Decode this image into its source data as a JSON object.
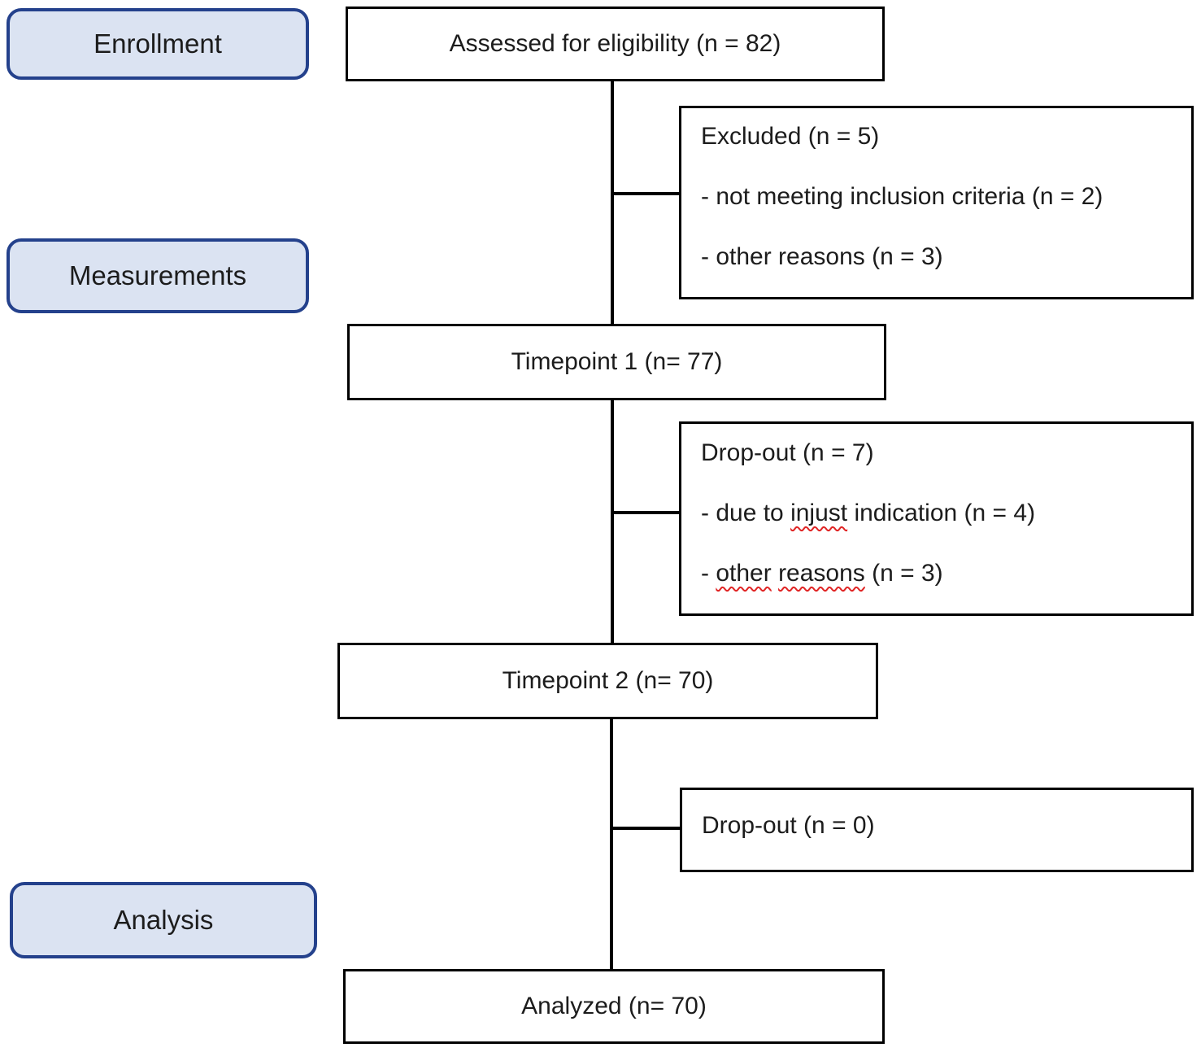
{
  "stages": {
    "enrollment": "Enrollment",
    "measurements": "Measurements",
    "analysis": "Analysis"
  },
  "flow": {
    "assessed": "Assessed for eligibility (n = 82)",
    "timepoint1": "Timepoint 1 (n= 77)",
    "timepoint2": "Timepoint 2 (n= 70)",
    "analyzed": "Analyzed (n= 70)"
  },
  "side": {
    "excluded": {
      "title": "Excluded (n = 5)",
      "reason1": "- not meeting inclusion criteria (n = 2)",
      "reason2": "- other reasons (n = 3)"
    },
    "dropout_t1": {
      "title": "Drop-out (n = 7)",
      "reason1_prefix": "- due to ",
      "reason1_misspelled": "injust",
      "reason1_suffix": " indication (n = 4)",
      "reason2_prefix": "- ",
      "reason2_word1": "other",
      "reason2_word2": "reasons",
      "reason2_suffix": " (n = 3)"
    },
    "dropout_t2": {
      "title": "Drop-out (n = 0)"
    }
  },
  "colors": {
    "stage_fill": "#dbe3f2",
    "stage_border": "#24418c",
    "box_border": "#000000",
    "connector": "#000000",
    "text": "#1c1c1c",
    "squiggle": "#e02424"
  }
}
